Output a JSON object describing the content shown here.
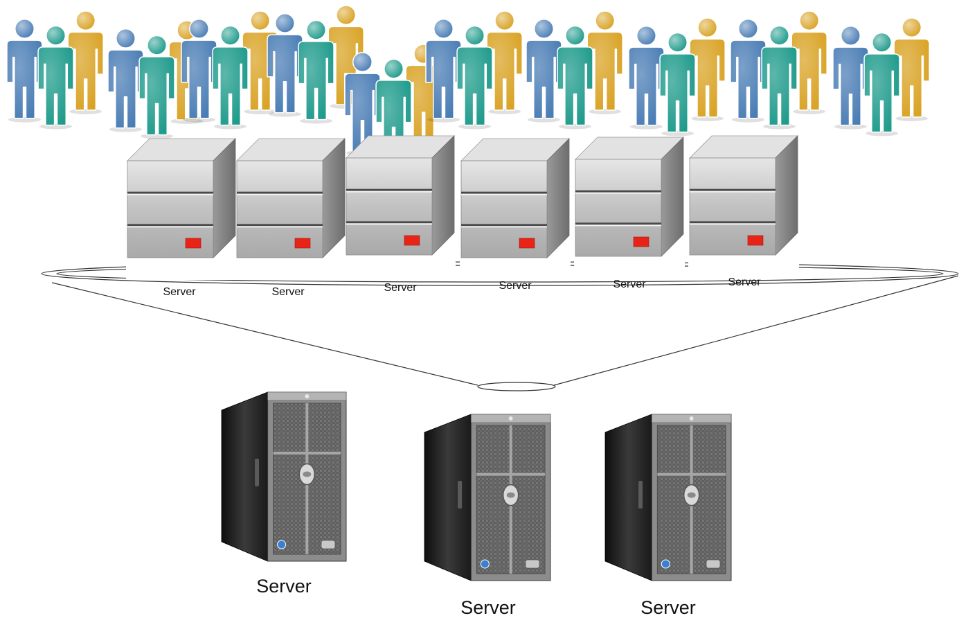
{
  "colors": {
    "person_blue": "#4a7db5",
    "person_teal": "#1f9b8c",
    "person_gold": "#d9a325",
    "box_server_face": "#c4c4c4",
    "box_server_side": "#8e8e8e",
    "server_led": "#e82418",
    "tower_body": "#222222",
    "tower_front": "#6e6e6e",
    "line": "#333333"
  },
  "icons": {
    "people": "user-group-icon",
    "box_server": "server-box-icon",
    "tower_server": "tower-server-icon"
  },
  "user_groups": [
    1,
    2,
    3,
    4,
    5,
    6,
    7,
    8,
    9,
    10
  ],
  "web_servers": [
    {
      "label": "Server"
    },
    {
      "label": "Server"
    },
    {
      "label": "Server"
    },
    {
      "label": "Server"
    },
    {
      "label": "Server"
    },
    {
      "label": "Server"
    }
  ],
  "backend_servers": [
    {
      "label": "Server"
    },
    {
      "label": "Server"
    },
    {
      "label": "Server"
    }
  ]
}
